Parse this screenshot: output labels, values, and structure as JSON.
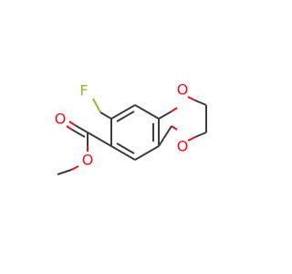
{
  "atoms": {
    "fluorine": {
      "label": "F",
      "color": "#8cbf2f"
    },
    "oxygen_ring_top": {
      "label": "O",
      "color": "#e8121a"
    },
    "oxygen_ring_bottom": {
      "label": "O",
      "color": "#e8121a"
    },
    "oxygen_carbonyl": {
      "label": "O",
      "color": "#e8121a"
    },
    "oxygen_ester": {
      "label": "O",
      "color": "#e8121a"
    }
  },
  "colors": {
    "bond": "#3c3c3c",
    "oxygen": "#e8121a",
    "fluorine": "#8cbf2f",
    "background": "#ffffff"
  }
}
